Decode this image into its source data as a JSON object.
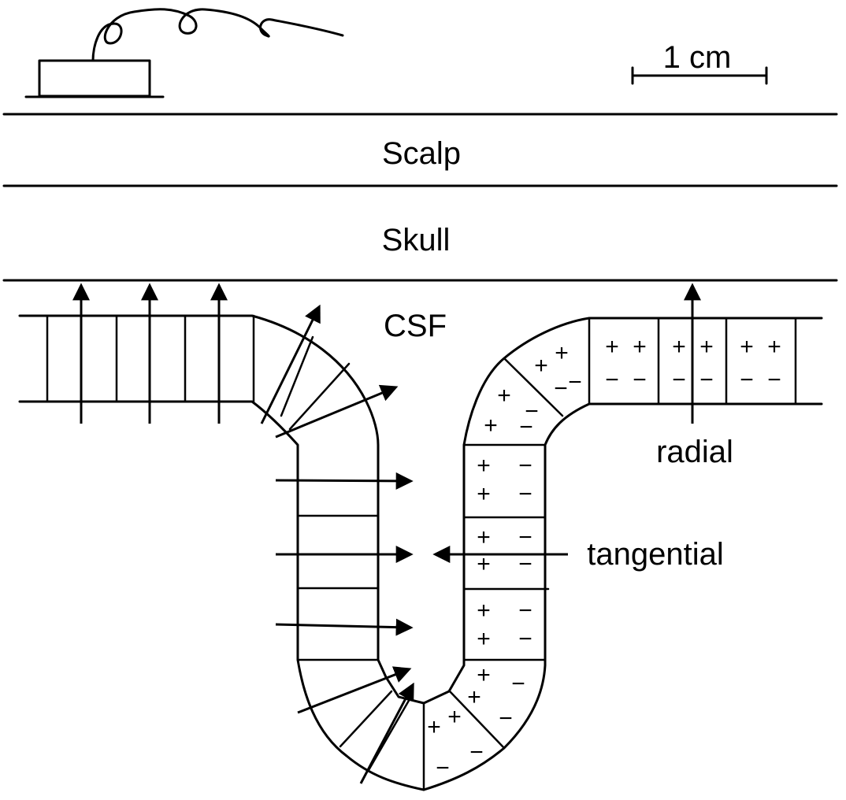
{
  "labels": {
    "scale": "1 cm",
    "scalp": "Scalp",
    "skull": "Skull",
    "csf": "CSF",
    "radial": "radial",
    "tangential": "tangential"
  },
  "signs": {
    "plus": "+",
    "minus": "−"
  },
  "icons": {
    "electrode": "electrode-icon"
  }
}
